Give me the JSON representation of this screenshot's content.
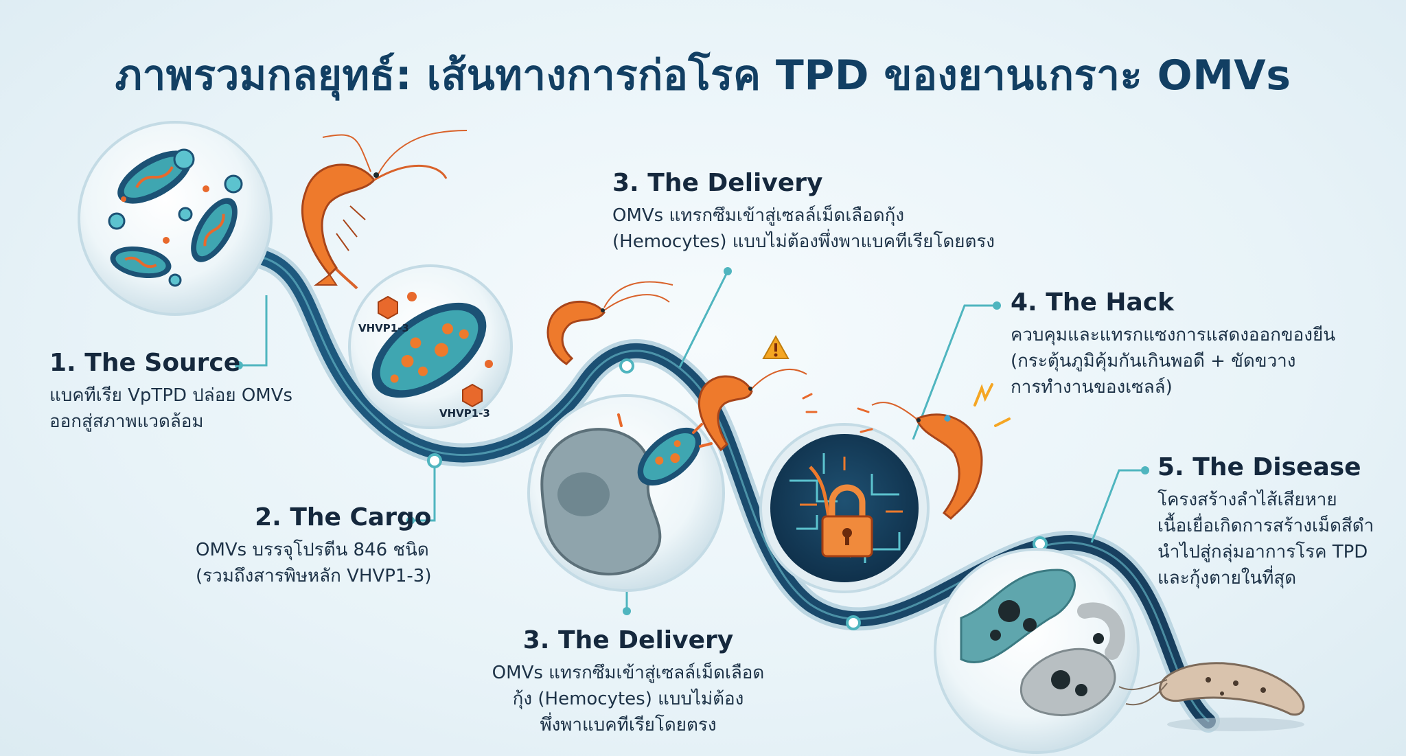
{
  "title": "ภาพรวมกลยุทธ์: เส้นทางการก่อโรค TPD ของยานเกราะ OMVs",
  "steps": {
    "source": {
      "heading": "1. The Source",
      "lines": [
        "แบคทีเรีย VpTPD ปล่อย OMVs",
        "ออกสู่สภาพแวดล้อม"
      ]
    },
    "cargo": {
      "heading": "2. The Cargo",
      "lines": [
        "OMVs บรรจุโปรตีน 846 ชนิด",
        "(รวมถึงสารพิษหลัก VHVP1-3)"
      ]
    },
    "delivery_top": {
      "heading": "3. The Delivery",
      "lines": [
        "OMVs แทรกซึมเข้าสู่เซลล์เม็ดเลือดกุ้ง",
        "(Hemocytes) แบบไม่ต้องพึ่งพาแบคทีเรียโดยตรง"
      ]
    },
    "delivery_bottom": {
      "heading": "3. The Delivery",
      "lines": [
        "OMVs แทรกซึมเข้าสู่เซลล์เม็ดเลือด",
        "กุ้ง (Hemocytes) แบบไม่ต้อง",
        "พึ่งพาแบคทีเรียโดยตรง"
      ]
    },
    "hack": {
      "heading": "4. The Hack",
      "lines": [
        "ควบคุมและแทรกแซงการแสดงออกของยีน",
        "(กระตุ้นภูมิคุ้มกันเกินพอดี + ขัดขวาง",
        "การทำงานของเซลล์)"
      ]
    },
    "disease": {
      "heading": "5. The Disease",
      "lines": [
        "โครงสร้างลำไส้เสียหาย",
        "เนื้อเยื่อเกิดการสร้างเม็ดสีดำ",
        "นำไปสู่กลุ่มอาการโรค TPD",
        "และกุ้งตายในที่สุด"
      ]
    }
  },
  "badges": {
    "toxin_a": "VHVP1-3",
    "toxin_b": "VHVP1-3"
  },
  "colors": {
    "path": "#1a4466",
    "accent": "#4fb5bf",
    "shrimp": "#ee7a2c",
    "toxin": "#e8692c",
    "title": "#123f63"
  }
}
